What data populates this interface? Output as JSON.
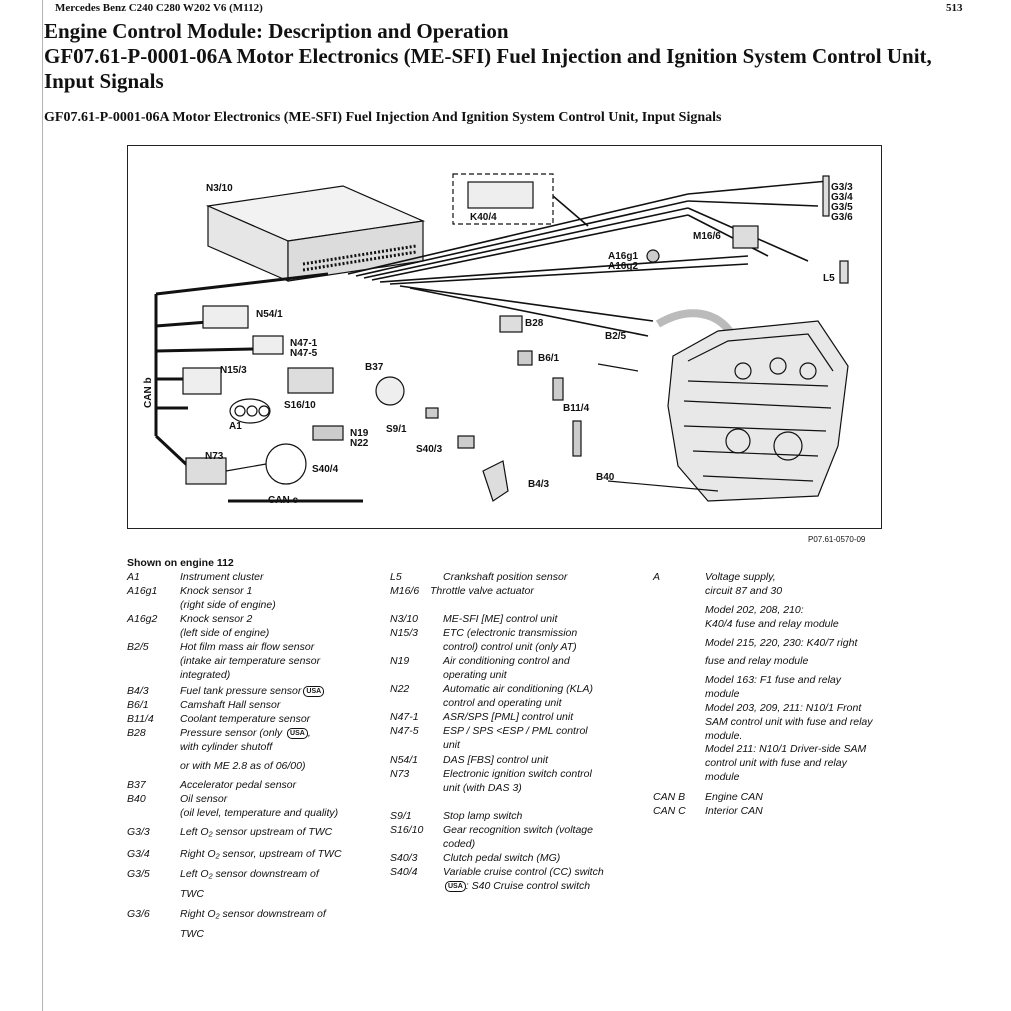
{
  "header": {
    "vehicle": "Mercedes Benz C240 C280 W202 V6 (M112)",
    "page_number": "513"
  },
  "title_lines": [
    "Engine Control Module: Description and Operation",
    "GF07.61-P-0001-06A Motor Electronics (ME-SFI) Fuel Injection and Ignition System Control Unit,",
    "Input Signals"
  ],
  "subtitle": "GF07.61-P-0001-06A Motor Electronics (ME-SFI) Fuel Injection And Ignition System Control Unit, Input Signals",
  "figure": {
    "reference": "P07.61-0570-09",
    "labels": {
      "n3_10": "N3/10",
      "k40_4": "K40/4",
      "g3_3": "G3/3",
      "g3_4": "G3/4",
      "g3_5": "G3/5",
      "g3_6": "G3/6",
      "m16_6": "M16/6",
      "a16g1": "A16g1",
      "a16g2": "A16g2",
      "l5": "L5",
      "n54_1": "N54/1",
      "b28": "B28",
      "b2_5": "B2/5",
      "n47_1": "N47-1",
      "n47_5": "N47-5",
      "b6_1": "B6/1",
      "n15_3": "N15/3",
      "b37": "B37",
      "b11_4": "B11/4",
      "s16_10": "S16/10",
      "can_b": "CAN b",
      "a1": "A1",
      "s9_1": "S9/1",
      "n19": "N19",
      "n22": "N22",
      "s40_3": "S40/3",
      "n73": "N73",
      "s40_4": "S40/4",
      "b40": "B40",
      "b4_3": "B4/3",
      "can_c": "CAN c"
    }
  },
  "legend": {
    "title": "Shown on engine 112",
    "badge": "USA",
    "col1": [
      {
        "code": "A1",
        "lines": [
          "Instrument cluster"
        ]
      },
      {
        "code": "A16g1",
        "lines": [
          "Knock sensor 1",
          "(right side of engine)"
        ]
      },
      {
        "code": "A16g2",
        "lines": [
          "Knock sensor 2",
          "(left side of engine)"
        ]
      },
      {
        "code": "B2/5",
        "lines": [
          "Hot film mass air flow sensor",
          "(intake air temperature sensor",
          "integrated)"
        ]
      },
      {
        "code": "B4/3",
        "lines": [
          "Fuel tank pressure sensor"
        ]
      },
      {
        "code": "B6/1",
        "lines": [
          "Camshaft Hall sensor"
        ]
      },
      {
        "code": "B11/4",
        "lines": [
          "Coolant temperature sensor"
        ]
      },
      {
        "code": "B28",
        "lines": [
          "Pressure sensor (only ",
          "with cylinder shutoff"
        ]
      },
      {
        "code": "",
        "lines": [
          "or with ME 2.8 as of 06/00)"
        ]
      },
      {
        "code": "B37",
        "lines": [
          "Accelerator pedal sensor"
        ]
      },
      {
        "code": "B40",
        "lines": [
          "Oil sensor",
          "(oil level, temperature and quality)"
        ]
      },
      {
        "code": "G3/3",
        "lines": [
          "Left O₂ sensor upstream of TWC"
        ]
      },
      {
        "code": "G3/4",
        "lines": [
          "Right O₂ sensor, upstream of TWC"
        ]
      },
      {
        "code": "G3/5",
        "lines": [
          "Left O₂ sensor downstream of",
          "TWC"
        ]
      },
      {
        "code": "G3/6",
        "lines": [
          "Right O₂ sensor downstream of",
          "TWC"
        ]
      }
    ],
    "col2": [
      {
        "code": "L5",
        "lines": [
          "Crankshaft position sensor"
        ]
      },
      {
        "code": "M16/6",
        "lines": [
          "Throttle valve actuator"
        ]
      },
      {
        "code": "N3/10",
        "lines": [
          "ME-SFI [ME] control unit"
        ]
      },
      {
        "code": "N15/3",
        "lines": [
          "ETC (electronic transmission",
          "control) control unit (only AT)"
        ]
      },
      {
        "code": "N19",
        "lines": [
          "Air conditioning control and",
          "operating unit"
        ]
      },
      {
        "code": "N22",
        "lines": [
          "Automatic air conditioning (KLA)",
          "control and operating unit"
        ]
      },
      {
        "code": "N47-1",
        "lines": [
          "ASR/SPS [PML] control unit"
        ]
      },
      {
        "code": "N47-5",
        "lines": [
          "ESP / SPS <ESP / PML control",
          "unit"
        ]
      },
      {
        "code": "N54/1",
        "lines": [
          "DAS [FBS] control unit"
        ]
      },
      {
        "code": "N73",
        "lines": [
          "Electronic ignition switch control",
          "unit (with DAS 3)"
        ]
      },
      {
        "code": "S9/1",
        "lines": [
          "Stop lamp switch"
        ]
      },
      {
        "code": "S16/10",
        "lines": [
          "Gear recognition switch (voltage",
          "coded)"
        ]
      },
      {
        "code": "S40/3",
        "lines": [
          "Clutch pedal switch (MG)"
        ]
      },
      {
        "code": "S40/4",
        "lines": [
          "Variable cruise control (CC) switch",
          ": S40 Cruise control switch"
        ]
      }
    ],
    "col3": [
      {
        "code": "A",
        "lines": [
          "Voltage supply,",
          "circuit 87 and 30"
        ]
      },
      {
        "code": "",
        "lines": [
          "Model 202, 208, 210:",
          "K40/4 fuse and relay module"
        ]
      },
      {
        "code": "",
        "lines": [
          "Model 215, 220, 230: K40/7 right",
          "fuse and relay module"
        ]
      },
      {
        "code": "",
        "lines": [
          "Model 163: F1 fuse and relay",
          "module"
        ]
      },
      {
        "code": "",
        "lines": [
          "Model 203, 209, 211: N10/1 Front",
          "SAM control unit with fuse and relay",
          "module."
        ]
      },
      {
        "code": "",
        "lines": [
          "Model 211: N10/1 Driver-side SAM",
          "control unit with fuse and relay",
          "module"
        ]
      },
      {
        "code": "CAN B",
        "lines": [
          "Engine CAN"
        ]
      },
      {
        "code": "CAN C",
        "lines": [
          "Interior CAN"
        ]
      }
    ]
  }
}
